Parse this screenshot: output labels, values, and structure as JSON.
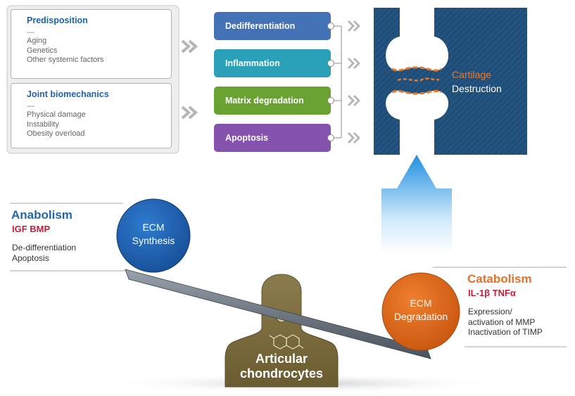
{
  "predisposition": {
    "title": "Predisposition",
    "dash": "—",
    "items": [
      "Aging",
      "Genetics",
      "Other systemic factors"
    ]
  },
  "biomechanics": {
    "title": "Joint biomechanics",
    "dash": "—",
    "items": [
      "Physical damage",
      "Instability",
      "Obesity overload"
    ]
  },
  "processes": [
    {
      "label": "Dedifferentiation",
      "color": "#4472b6"
    },
    {
      "label": "Inflammation",
      "color": "#2aa1b8"
    },
    {
      "label": "Matrix degradation",
      "color": "#6aa232"
    },
    {
      "label": "Apoptosis",
      "color": "#8553ad"
    }
  ],
  "joint": {
    "line1": "Cartilage",
    "line2": "Destruction",
    "panel_color": "#1f4e79",
    "cartilage_color": "#e6792b"
  },
  "anabolism": {
    "title": "Anabolism",
    "factors": "IGF  BMP",
    "notes": [
      "De-differentiation",
      "Apoptosis"
    ],
    "title_color": "#1f67b3",
    "factor_color": "#c0203b"
  },
  "synthesis": {
    "line1": "ECM",
    "line2": "Synthesis",
    "color": "#1b5fae"
  },
  "catabolism": {
    "title": "Catabolism",
    "factors": "IL-1β  TNFα",
    "notes": [
      "Expression/",
      "activation of MMP",
      "Inactivation of TIMP"
    ],
    "title_color": "#e4702a",
    "factor_color": "#c0203b"
  },
  "degradation": {
    "line1": "ECM",
    "line2": "Degradation",
    "color": "#e06a1e"
  },
  "fulcrum": {
    "line1": "Articular",
    "line2": "chondrocytes",
    "color": "#7a6b3e"
  }
}
